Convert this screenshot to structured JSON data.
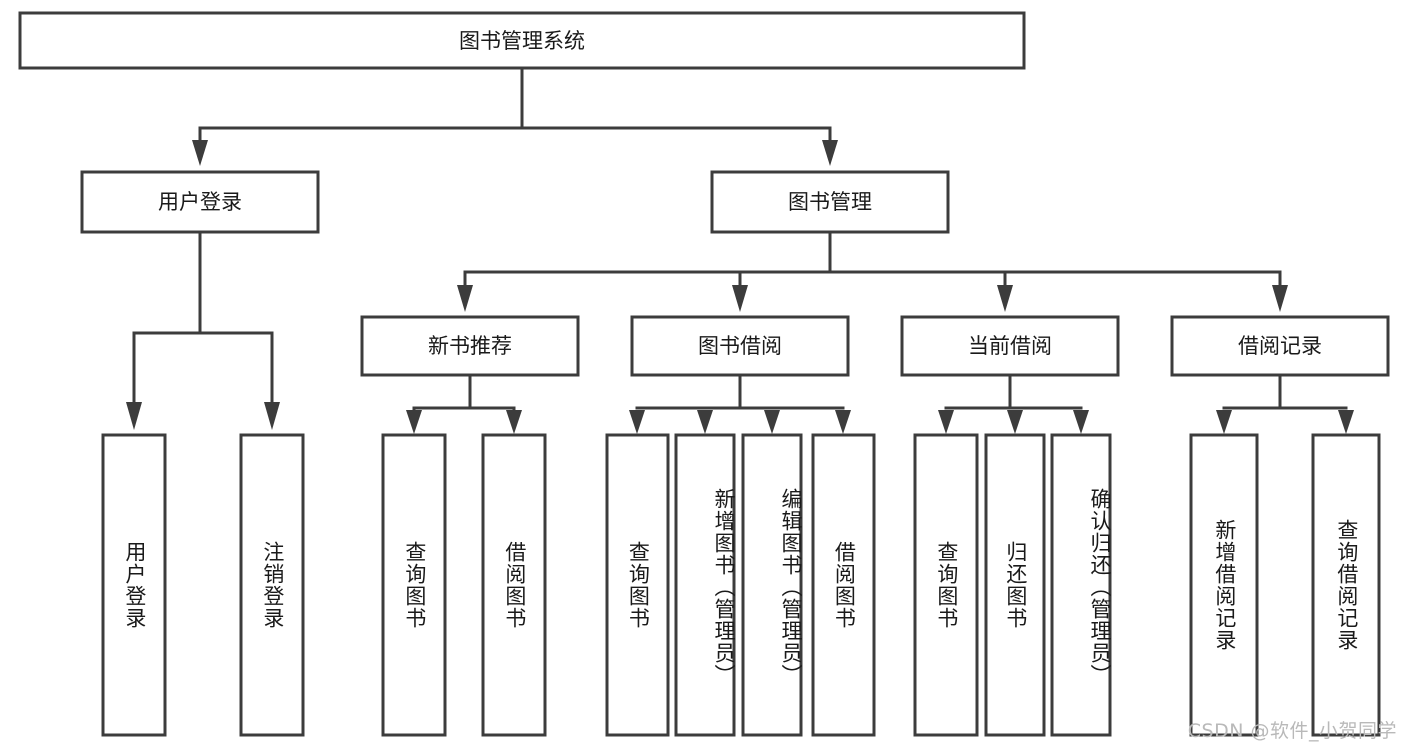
{
  "diagram": {
    "type": "tree",
    "title": "图书管理系统",
    "watermark": "CSDN @软件_小贺同学",
    "colors": {
      "background": "#ffffff",
      "border": "#3c3c3c",
      "text": "#1a1a1a",
      "watermark": "#b9b9b9"
    },
    "root": {
      "label": "图书管理系统"
    },
    "level2": [
      {
        "label": "用户登录"
      },
      {
        "label": "图书管理"
      }
    ],
    "level3": [
      {
        "label": "新书推荐"
      },
      {
        "label": "图书借阅"
      },
      {
        "label": "当前借阅"
      },
      {
        "label": "借阅记录"
      }
    ],
    "leaves": {
      "user_login": [
        {
          "label": "用户登录"
        },
        {
          "label": "注销登录"
        }
      ],
      "new_book": [
        {
          "label": "查询图书"
        },
        {
          "label": "借阅图书"
        }
      ],
      "book_borrow": [
        {
          "label": "查询图书"
        },
        {
          "label": "新增图书（管理员）"
        },
        {
          "label": "编辑图书（管理员）"
        },
        {
          "label": "借阅图书"
        }
      ],
      "current_borrow": [
        {
          "label": "查询图书"
        },
        {
          "label": "归还图书"
        },
        {
          "label": "确认归还（管理员）"
        }
      ],
      "borrow_record": [
        {
          "label": "新增借阅记录"
        },
        {
          "label": "查询借阅记录"
        }
      ]
    }
  }
}
